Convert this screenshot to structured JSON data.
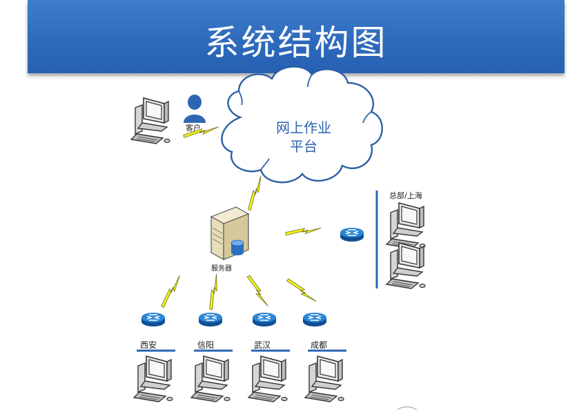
{
  "header": {
    "title": "系统结构图"
  },
  "cloud": {
    "line1": "网上作业",
    "line2": "平台"
  },
  "client": {
    "label": "客户"
  },
  "server": {
    "label": "服务器"
  },
  "hq": {
    "label": "总部/上海"
  },
  "branches": [
    {
      "label": "西安"
    },
    {
      "label": "信阳"
    },
    {
      "label": "武汉"
    },
    {
      "label": "成都"
    }
  ],
  "colors": {
    "banner": "#2f6bbd",
    "accent_line": "#2b63b0",
    "lightning": "#f4f21d",
    "router": "#1d6fc0"
  }
}
